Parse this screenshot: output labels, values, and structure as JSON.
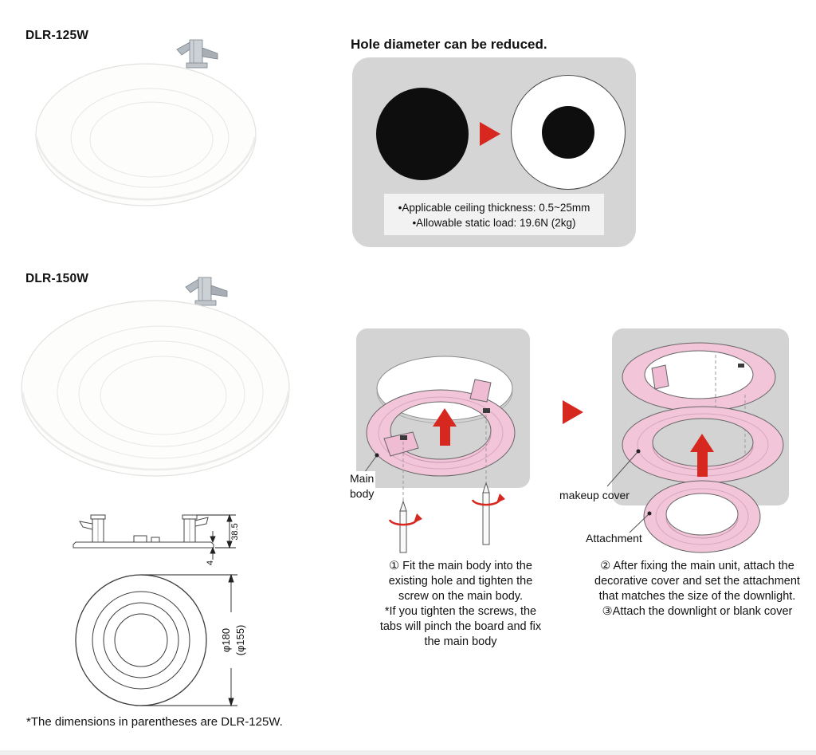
{
  "page": {
    "products": [
      {
        "model": "DLR-125W"
      },
      {
        "model": "DLR-150W"
      }
    ],
    "hole_panel": {
      "title": "Hole diameter can be reduced.",
      "specs": [
        "•Applicable ceiling thickness: 0.5~25mm",
        "•Allowable static load: 19.6N (2kg)"
      ]
    },
    "dimensions": {
      "height": "38.5",
      "plate_thickness": "4",
      "diameter": "φ180",
      "diameter_paren": "(φ155)",
      "footnote": "*The dimensions in parentheses are DLR-125W."
    },
    "installation": {
      "labels": {
        "main_body": "Main\nbody",
        "makeup_cover": "makeup cover",
        "attachment": "Attachment"
      },
      "steps": [
        {
          "text": "① Fit the main body into the\nexisting hole and tighten the\nscrew on the main body.\n*If you tighten the screws, the\ntabs will pinch the board and fix\nthe main body"
        },
        {
          "text": "② After fixing the main unit, attach the\ndecorative cover and set the attachment\nthat matches the size of the downlight.\n③Attach the downlight or blank cover"
        }
      ]
    },
    "colors": {
      "accent_red": "#d6281e",
      "ring_pink": "#f3c5d8",
      "panel_gray": "#d3d3d3"
    }
  }
}
